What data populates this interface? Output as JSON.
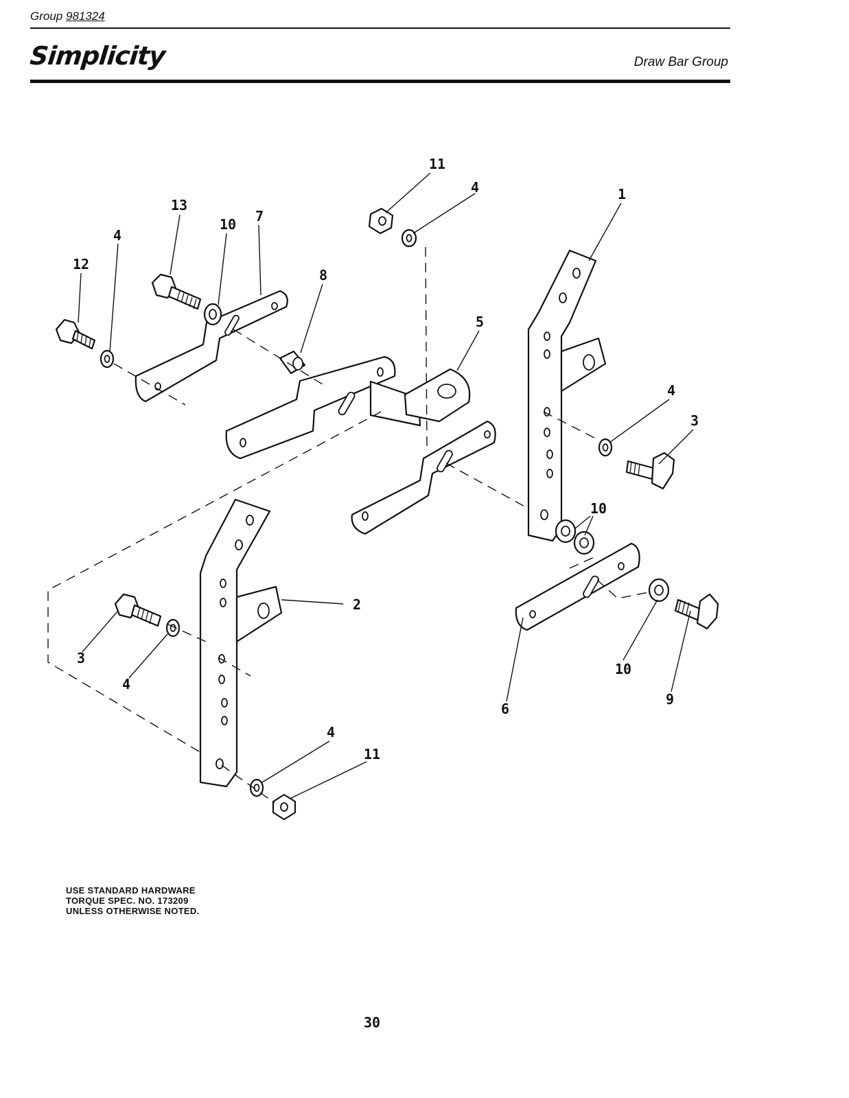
{
  "header": {
    "group_prefix": "Group",
    "group_number": "981324",
    "brand": "Simplicity",
    "section_title": "Draw Bar Group"
  },
  "callouts": {
    "c1": "1",
    "c2": "2",
    "c3a": "3",
    "c3b": "3",
    "c4a": "4",
    "c4b": "4",
    "c4c": "4",
    "c4d": "4",
    "c5": "5",
    "c6": "6",
    "c7": "7",
    "c8": "8",
    "c9": "9",
    "c10a": "10",
    "c10b": "10",
    "c10c": "10",
    "c11a": "11",
    "c11b": "11",
    "c12": "12",
    "c13": "13"
  },
  "note": {
    "line1": "USE STANDARD HARDWARE",
    "line2": "TORQUE SPEC. NO. 173209",
    "line3": "UNLESS OTHERWISE NOTED."
  },
  "footer": {
    "page_number": "30"
  }
}
